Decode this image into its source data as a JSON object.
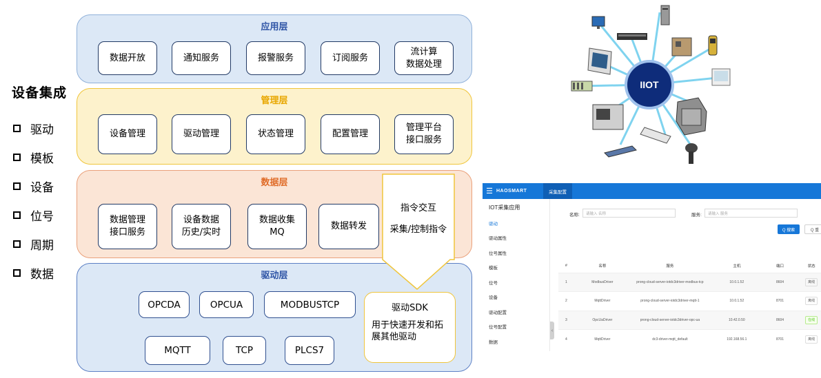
{
  "left": {
    "title": "设备集成",
    "items": [
      "驱动",
      "模板",
      "设备",
      "位号",
      "周期",
      "数据"
    ]
  },
  "layers": {
    "app": {
      "title": "应用层",
      "boxes": [
        "数据开放",
        "通知服务",
        "报警服务",
        "订阅服务",
        "流计算\n数据处理"
      ]
    },
    "mgmt": {
      "title": "管理层",
      "boxes": [
        "设备管理",
        "驱动管理",
        "状态管理",
        "配置管理",
        "管理平台\n接口服务"
      ]
    },
    "data": {
      "title": "数据层",
      "boxes": [
        "数据管理\n接口服务",
        "设备数据\n历史/实时",
        "数据收集\nMQ",
        "数据转发"
      ]
    },
    "driver": {
      "title": "驱动层",
      "row1": [
        "OPCDA",
        "OPCUA",
        "MODBUSTCP"
      ],
      "row2": [
        "MQTT",
        "TCP",
        "PLCS7"
      ],
      "sdk_title": "驱动SDK",
      "sdk_desc": "用于快速开发和拓展其他驱动"
    }
  },
  "command_arrow": {
    "line1": "指令交互",
    "line2": "采集/控制指令"
  },
  "network": {
    "hub_label": "IIOT"
  },
  "app": {
    "logo": "HAOSMART",
    "tab": "采集配置",
    "sidebar": [
      "IOT采集应用",
      "驱动",
      "驱动属性",
      "位号属性",
      "模板",
      "位号",
      "设备",
      "驱动配置",
      "位号配置",
      "数据"
    ],
    "filter_name_label": "名称:",
    "filter_name_placeholder": "请输入 名称",
    "filter_service_label": "服务:",
    "filter_service_placeholder": "请输入 服务",
    "search_label": "Q 搜索",
    "reset_label": "Q 重",
    "columns": [
      "#",
      "名称",
      "服务",
      "主机",
      "端口",
      "状态"
    ],
    "rows": [
      [
        "1",
        "ModbusDriver",
        "prong-cloud-server-iotdc3driver-modbus-tcp",
        "10.0.1.52",
        "8604",
        "离线"
      ],
      [
        "2",
        "MqttDriver",
        "prong-cloud-server-iotdc3driver-mqtt-1",
        "10.0.1.52",
        "8701",
        "离线"
      ],
      [
        "3",
        "OpcUaDriver",
        "prong-cloud-server-iotdc3driver-opc-ua",
        "10.42.0.50",
        "8604",
        "在线"
      ],
      [
        "4",
        "MqttDriver",
        "dc3-driver-mqtt_default",
        "192.168.56.1",
        "8701",
        "离线"
      ]
    ]
  }
}
